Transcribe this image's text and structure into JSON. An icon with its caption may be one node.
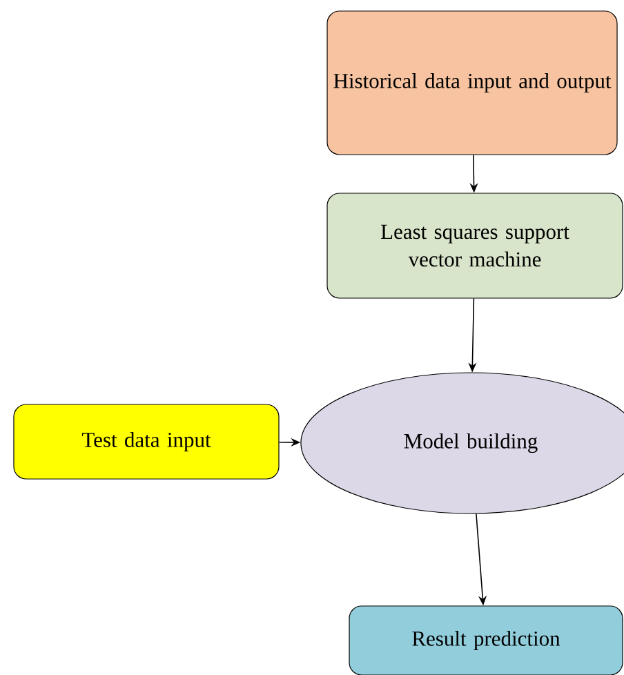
{
  "diagram": {
    "nodes": [
      {
        "text": [
          "Historical data input and output"
        ]
      },
      {
        "text": [
          "Least squares support vector machine"
        ]
      },
      {
        "text": [
          "Model building"
        ]
      },
      {
        "text": [
          "Test data input"
        ]
      },
      {
        "text": [
          "Result prediction"
        ]
      }
    ],
    "edges": [
      {
        "from": 0,
        "to": 1,
        "arrow": "to"
      },
      {
        "from": 1,
        "to": 2,
        "arrow": "to"
      },
      {
        "from": 3,
        "to": 2,
        "arrow": "to"
      },
      {
        "from": 2,
        "to": 4,
        "arrow": "to"
      }
    ]
  }
}
